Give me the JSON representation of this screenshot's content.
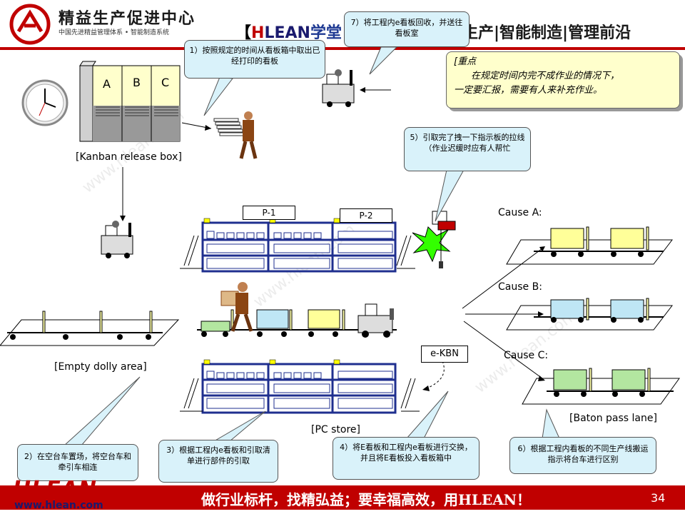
{
  "header": {
    "logo_title": "精益生产促进中心",
    "logo_subtitle": "中国先进精益管理体系 • 智能制造系统",
    "title_bracket_open": "【",
    "title_h": "H",
    "title_lean": "LEAN",
    "title_zh": "学堂",
    "title_right": "生产|智能制造|管理前沿"
  },
  "note": {
    "heading": "[重点",
    "line1": "在规定时间内完不成作业的情况下，",
    "line2": "一定要汇报，需要有人来补充作业。"
  },
  "callouts": {
    "c1": "1）按照规定的时间从看板箱中取出已经打印的看板",
    "c7": "7）将工程内e看板回收，并送往看板室",
    "c5": "5）引取完了拽一下指示板的拉线（作业迟缓时应有人帮忙",
    "c2": "2）在空台车置场，将空台车和牵引车相连",
    "c3": "3）根据工程内e看板和引取清单进行部件的引取",
    "c4": "4）将E看板和工程内e看板进行交换，并且将E看板投入看板箱中",
    "c6": "6）根据工程内看板的不同生产线搬运指示将台车进行区别"
  },
  "labels": {
    "kanban_box": "[Kanban release box]",
    "empty_dolly": "[Empty dolly area]",
    "pc_store": "[PC store]",
    "baton_lane": "[Baton pass lane]",
    "cause_a": "Cause A:",
    "cause_b": "Cause B:",
    "cause_c": "Cause C:",
    "p1": "P-1",
    "p2": "P-2",
    "ekbn": "e-KBN",
    "box_a": "A",
    "box_b": "B",
    "box_c": "C"
  },
  "footer": {
    "logo": "HLEAN",
    "url": "www.hlean.com",
    "slogan": "做行业标杆，找精弘益；要幸福高效，用HLEAN！",
    "page": "34"
  },
  "colors": {
    "brand_red": "#c00000",
    "callout_fill": "#d9f2fa",
    "note_fill": "#ffffcc",
    "rack_blue": "#1f2f8f",
    "cart_yellow": "#ffff99",
    "cart_blue": "#bfe6f5",
    "cart_green": "#b3e6a0",
    "andon_green": "#33ff00"
  }
}
